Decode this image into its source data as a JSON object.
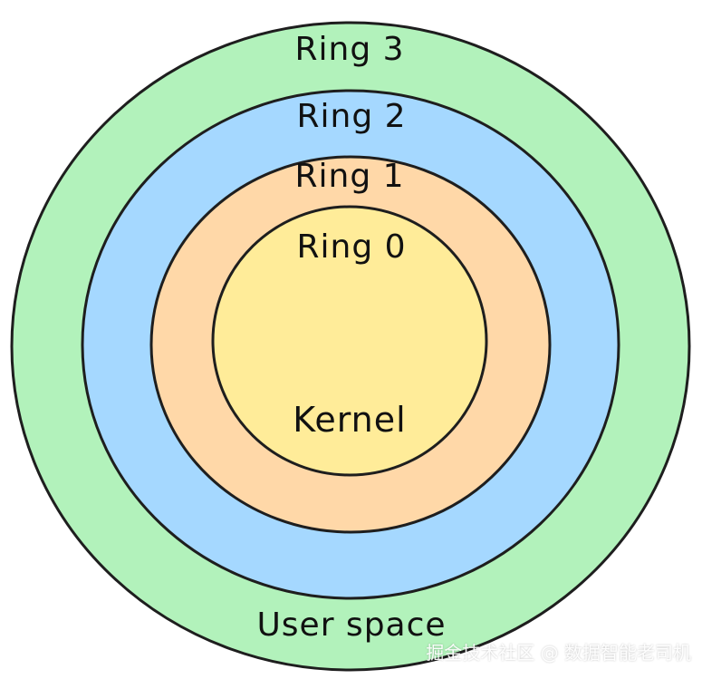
{
  "diagram": {
    "rings": [
      {
        "id": "ring-3",
        "label": "Ring 3",
        "fill": "#b2f2bb"
      },
      {
        "id": "ring-2",
        "label": "Ring 2",
        "fill": "#a5d8ff"
      },
      {
        "id": "ring-1",
        "label": "Ring 1",
        "fill": "#ffd8a8"
      },
      {
        "id": "ring-0",
        "label": "Ring 0",
        "fill": "#ffec99"
      }
    ],
    "center_label": "Kernel",
    "outer_label": "User space",
    "stroke_color": "#1e1e1e"
  },
  "watermark": "掘金技术社区 @ 数据智能老司机"
}
